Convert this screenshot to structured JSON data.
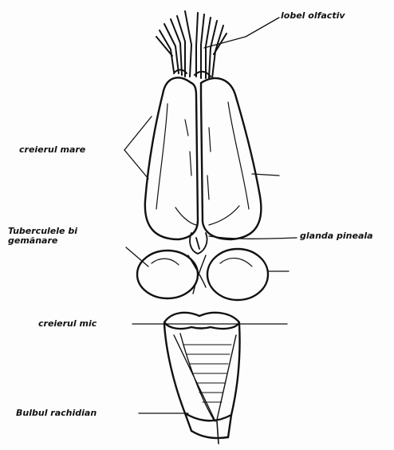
{
  "colors": {
    "ink": "#111111",
    "paper": "#fdfdfd"
  },
  "labels": {
    "olfactory_lobe": "lobel olfactiv",
    "cerebrum": "creierul mare",
    "optic_lobes": "Tuberculele bi\ngemănare",
    "pineal_gland": "glanda pineala",
    "cerebellum": "creierul mic",
    "medulla": "Bulbul rachidian"
  }
}
